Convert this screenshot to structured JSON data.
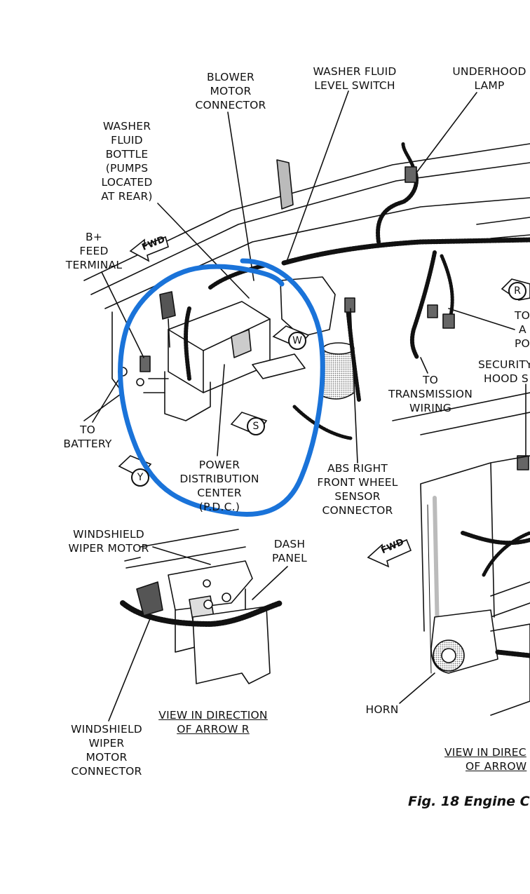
{
  "labels": {
    "blower_motor_connector": [
      "BLOWER",
      "MOTOR",
      "CONNECTOR"
    ],
    "washer_fluid_level_switch": [
      "WASHER FLUID",
      "LEVEL SWITCH"
    ],
    "underhood_lamp": [
      "UNDERHOOD",
      "LAMP"
    ],
    "washer_fluid_bottle": [
      "WASHER",
      "FLUID",
      "BOTTLE",
      "(PUMPS",
      "LOCATED",
      "AT REAR)"
    ],
    "b_feed_terminal": [
      "B+",
      "FEED",
      "TERMINAL"
    ],
    "to_battery": [
      "TO",
      "BATTERY"
    ],
    "power_distribution_center": [
      "POWER",
      "DISTRIBUTION",
      "CENTER",
      "(P.D.C.)"
    ],
    "abs_right_front_wheel_sensor_connector": [
      "ABS RIGHT",
      "FRONT WHEEL",
      "SENSOR",
      "CONNECTOR"
    ],
    "to_transmission_wiring": [
      "TO",
      "TRANSMISSION",
      "WIRING"
    ],
    "security_hood_switch": [
      "SECURITY",
      "HOOD S"
    ],
    "to_a_po": [
      "TO",
      "A",
      "PO"
    ],
    "windshield_wiper_motor": [
      "WINDSHIELD",
      "WIPER MOTOR"
    ],
    "dash_panel": [
      "DASH",
      "PANEL"
    ],
    "windshield_wiper_motor_connector": [
      "WINDSHIELD",
      "WIPER",
      "MOTOR",
      "CONNECTOR"
    ],
    "horn": [
      "HORN"
    ],
    "view_arrow_r": [
      "VIEW IN DIRECTION",
      "OF ARROW R"
    ],
    "view_arrow_cut": [
      "VIEW IN DIREC",
      "OF ARROW"
    ]
  },
  "arrows": {
    "fwd_top": "FWD",
    "fwd_mid": "FWD",
    "w": "W",
    "s": "S",
    "y": "Y",
    "r": "R"
  },
  "caption": "Fig. 18 Engine Co",
  "colors": {
    "highlight_circle": "#1a73d9",
    "line_art": "#111111",
    "shading": "#9a9a9a"
  }
}
